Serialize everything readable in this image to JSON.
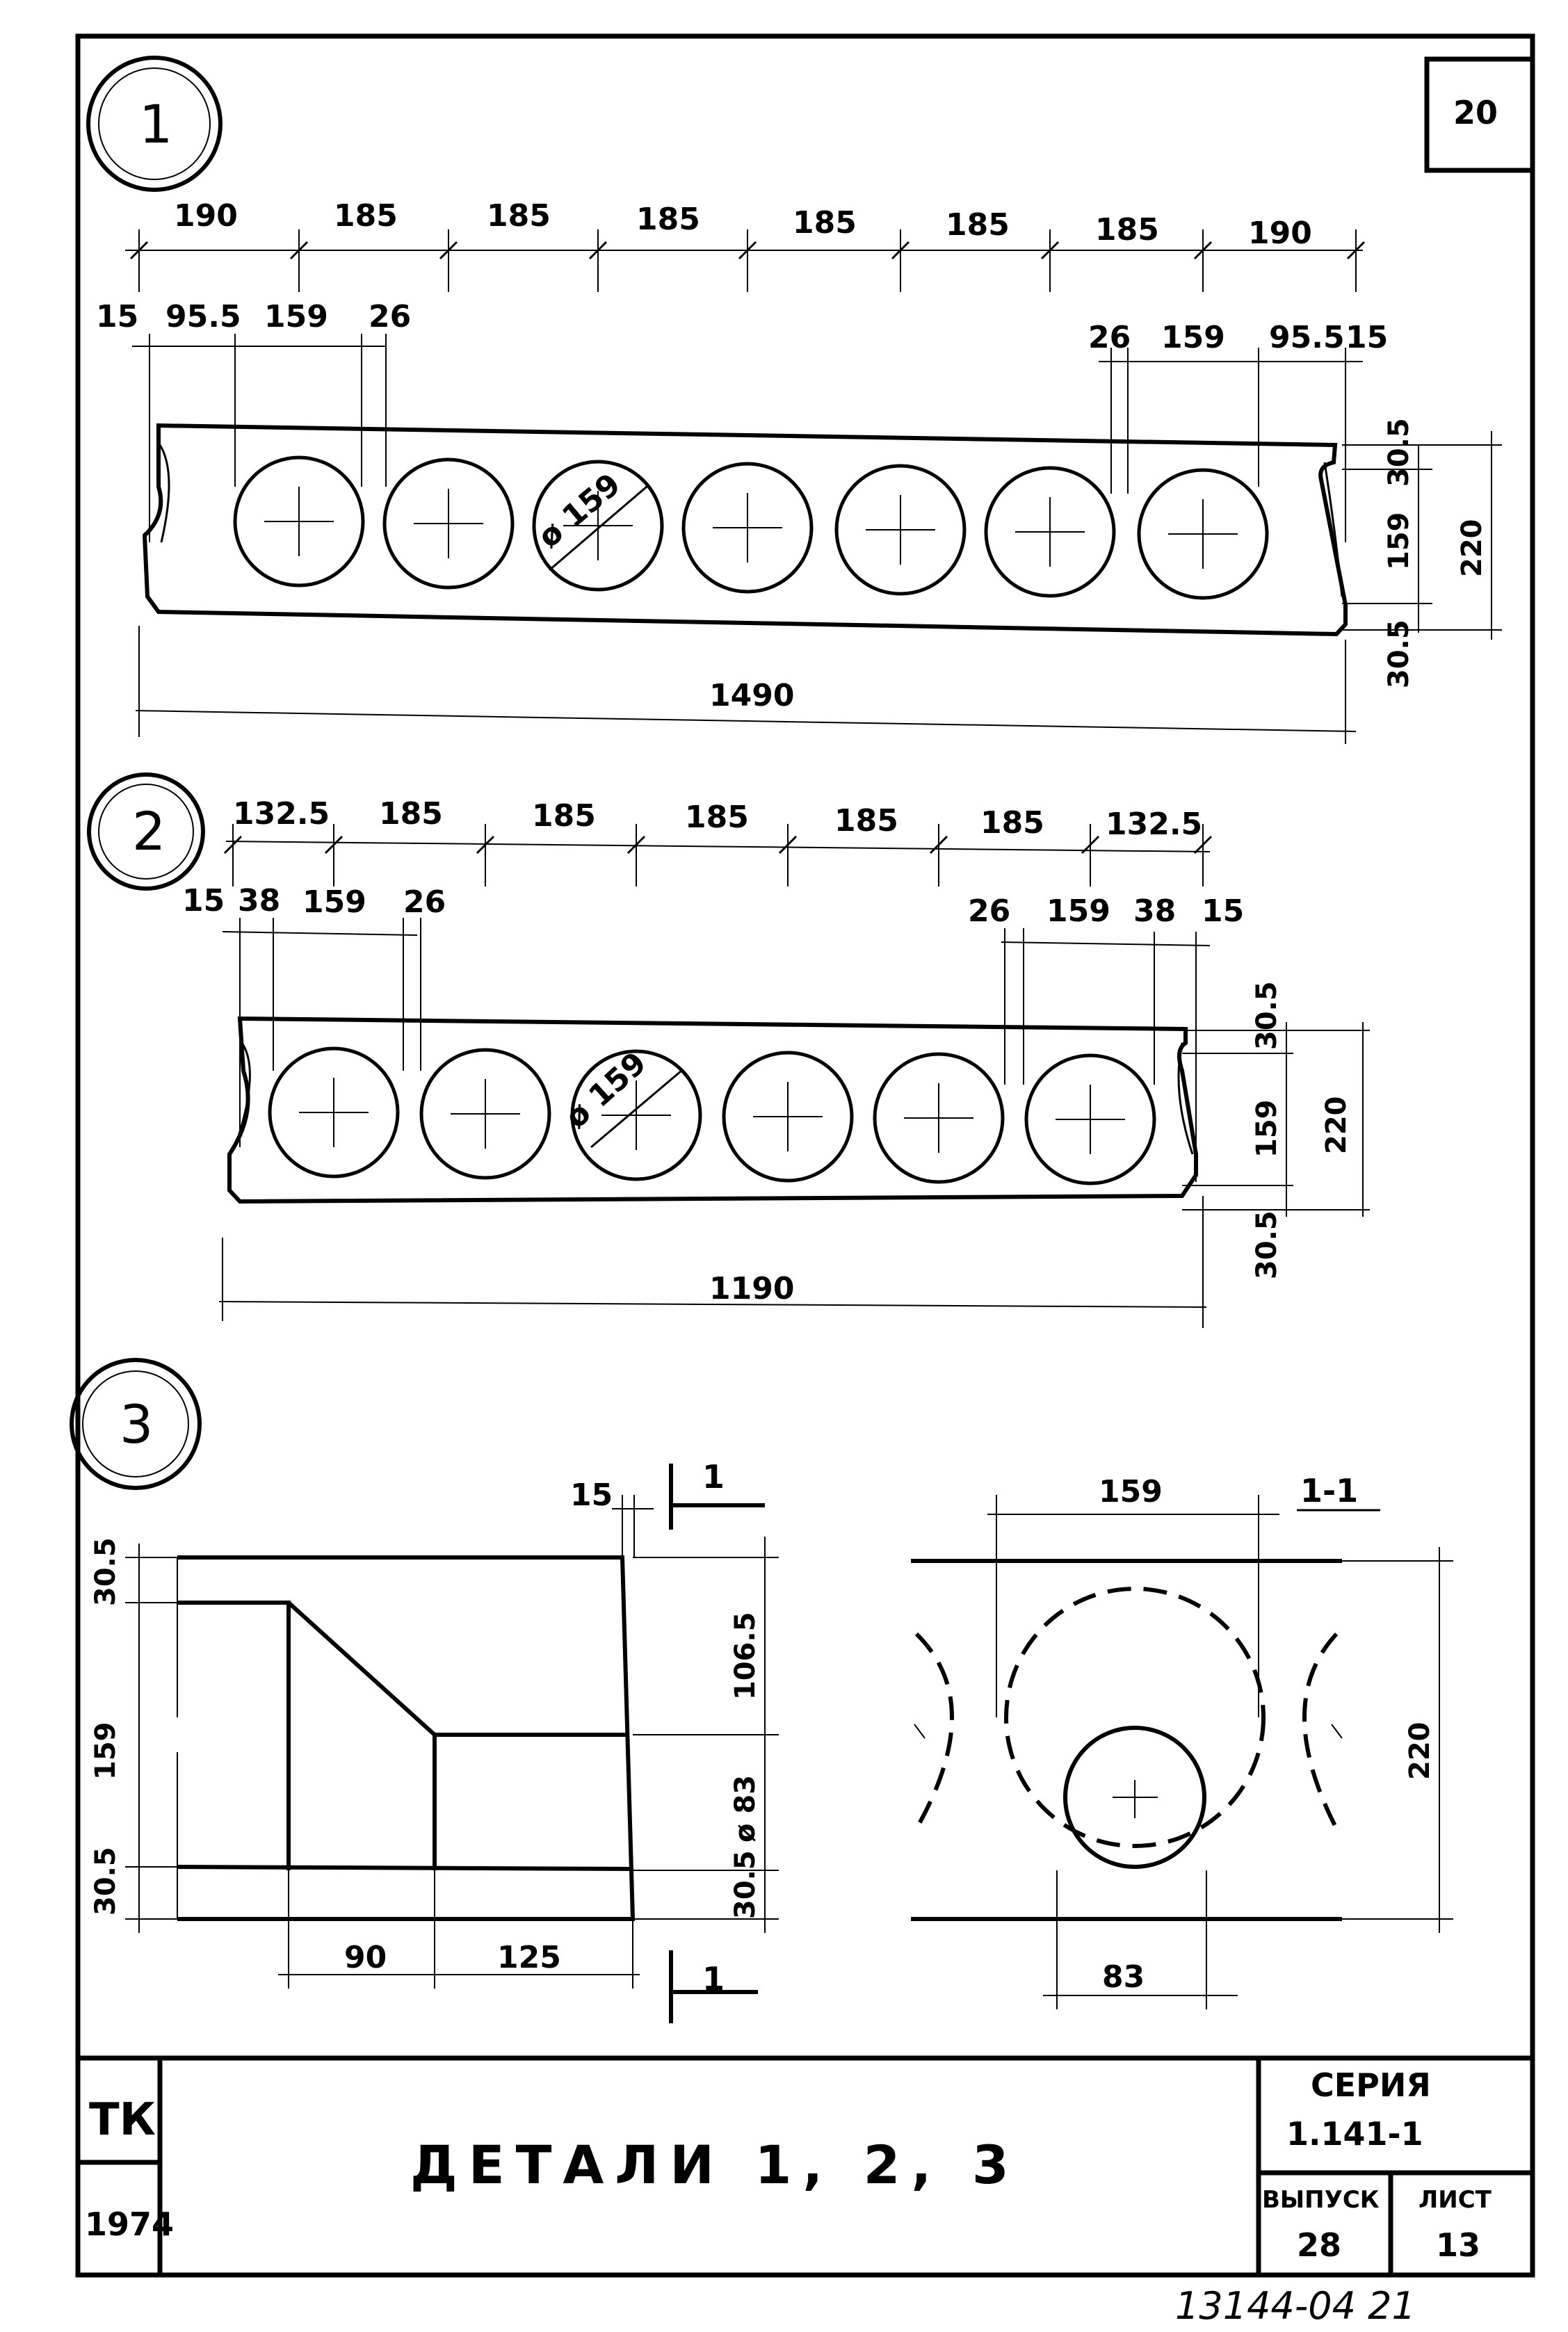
{
  "sheet_number": "20",
  "details": {
    "d1": {
      "number": "1",
      "top_dims": [
        "190",
        "185",
        "185",
        "185",
        "185",
        "185",
        "185",
        "190"
      ],
      "left_dims": [
        "15",
        "95.5",
        "159",
        "26"
      ],
      "right_dims": [
        "26",
        "159",
        "95.5",
        "15"
      ],
      "right_vert": [
        "30.5",
        "159",
        "220",
        "30.5"
      ],
      "hole_dia": "ø 159",
      "total": "1490"
    },
    "d2": {
      "number": "2",
      "top_dims": [
        "132.5",
        "185",
        "185",
        "185",
        "185",
        "185",
        "132.5"
      ],
      "left_dims": [
        "15",
        "38",
        "159",
        "26"
      ],
      "right_dims": [
        "26",
        "159",
        "38",
        "15"
      ],
      "right_vert": [
        "30.5",
        "159",
        "220",
        "30.5"
      ],
      "hole_dia": "ø 159",
      "total": "1190"
    },
    "d3": {
      "number": "3",
      "left_vert": [
        "30.5",
        "159",
        "30.5"
      ],
      "right_vert": [
        "106.5",
        "ø 83",
        "30.5"
      ],
      "top_dim": "15",
      "bottom_dims": [
        "90",
        "125"
      ],
      "cut_label": "1",
      "section_title": "1-1",
      "section_top": "159",
      "section_bottom": "83",
      "section_height": "220"
    }
  },
  "title_block": {
    "org": "ТК",
    "year": "1974",
    "title": "ДЕТАЛИ 1, 2, 3",
    "series_label": "СЕРИЯ",
    "series_value": "1.141-1",
    "issue_label": "ВЫПУСК",
    "issue_value": "28",
    "sheet_label": "ЛИСТ",
    "sheet_value": "13"
  },
  "stamp": "13144-04 21"
}
